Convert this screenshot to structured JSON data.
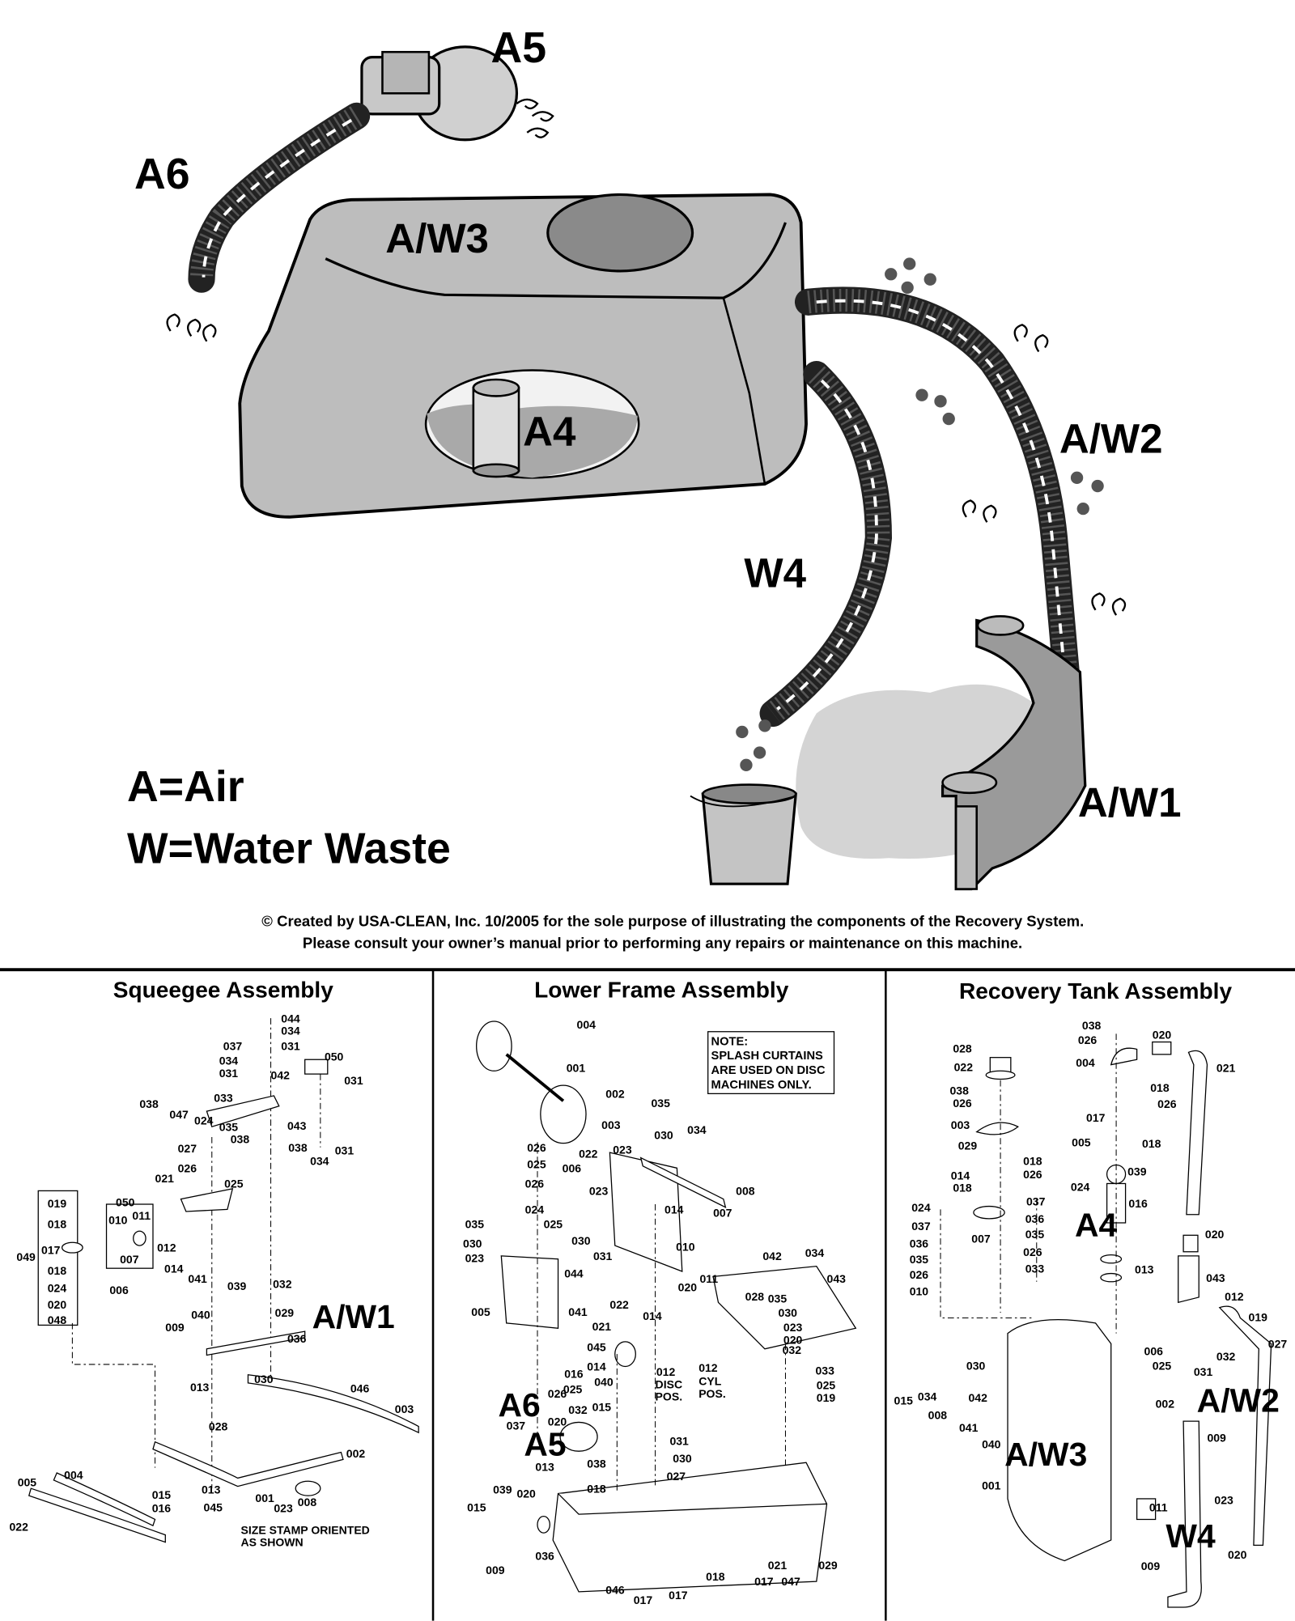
{
  "diagram": {
    "labels": {
      "a5": "A5",
      "a6": "A6",
      "aw3": "A/W3",
      "a4": "A4",
      "aw2": "A/W2",
      "w4": "W4",
      "aw1": "A/W1"
    },
    "legend": {
      "air": "A=Air",
      "water": "W=Water Waste"
    },
    "footer": {
      "line1": "© Created by USA-CLEAN, Inc. 10/2005 for the sole purpose of illustrating the components of the Recovery System.",
      "line2": "Please consult your owner’s manual prior to performing any repairs or maintenance on this machine."
    },
    "colors": {
      "tank": "#bdbdbd",
      "hose": "#222222",
      "mist": "#d4d4d4"
    }
  },
  "panels": {
    "squeegee": {
      "title": "Squeegee Assembly",
      "callout": "A/W1",
      "notes": [
        "SIZE STAMP ORIENTED",
        "AS SHOWN"
      ],
      "parts": [
        "044",
        "034",
        "031",
        "037",
        "034",
        "031",
        "042",
        "050",
        "031",
        "038",
        "033",
        "047",
        "024",
        "035",
        "043",
        "038",
        "027",
        "038",
        "034",
        "031",
        "026",
        "021",
        "025",
        "019",
        "050",
        "011",
        "010",
        "018",
        "017",
        "049",
        "007",
        "012",
        "014",
        "018",
        "024",
        "006",
        "041",
        "039",
        "032",
        "020",
        "048",
        "009",
        "040",
        "029",
        "036",
        "030",
        "013",
        "046",
        "003",
        "028",
        "002",
        "004",
        "005",
        "013",
        "015",
        "016",
        "045",
        "001",
        "023",
        "008",
        "022"
      ]
    },
    "lower_frame": {
      "title": "Lower Frame Assembly",
      "note": [
        "NOTE:",
        "SPLASH CURTAINS",
        "ARE USED ON DISC",
        "MACHINES ONLY."
      ],
      "callouts": [
        "A6",
        "A5"
      ],
      "sublabels": [
        "DISC",
        "POS.",
        "CYL",
        "POS."
      ],
      "parts": [
        "004",
        "001",
        "002",
        "003",
        "035",
        "030",
        "034",
        "026",
        "022",
        "023",
        "025",
        "006",
        "026",
        "023",
        "008",
        "024",
        "014",
        "007",
        "025",
        "035",
        "030",
        "010",
        "030",
        "031",
        "023",
        "042",
        "034",
        "011",
        "020",
        "043",
        "044",
        "028",
        "035",
        "030",
        "022",
        "041",
        "005",
        "014",
        "021",
        "023",
        "020",
        "032",
        "045",
        "014",
        "016",
        "012",
        "040",
        "025",
        "012",
        "033",
        "025",
        "019",
        "026",
        "015",
        "032",
        "020",
        "037",
        "031",
        "030",
        "038",
        "013",
        "027",
        "018",
        "039",
        "020",
        "015",
        "036",
        "009",
        "021",
        "029",
        "018",
        "017",
        "047",
        "046",
        "017",
        "017"
      ]
    },
    "recovery_tank": {
      "title": "Recovery Tank Assembly",
      "callouts": [
        "A4",
        "A/W2",
        "A/W3",
        "W4"
      ],
      "parts": [
        "038",
        "026",
        "020",
        "004",
        "021",
        "028",
        "022",
        "018",
        "026",
        "038",
        "026",
        "017",
        "003",
        "005",
        "018",
        "029",
        "039",
        "018",
        "026",
        "014",
        "018",
        "024",
        "016",
        "037",
        "024",
        "036",
        "037",
        "035",
        "007",
        "036",
        "020",
        "026",
        "035",
        "013",
        "033",
        "026",
        "043",
        "010",
        "012",
        "019",
        "006",
        "027",
        "025",
        "032",
        "031",
        "030",
        "042",
        "034",
        "015",
        "002",
        "008",
        "009",
        "041",
        "040",
        "001",
        "011",
        "023",
        "020",
        "009"
      ]
    }
  }
}
